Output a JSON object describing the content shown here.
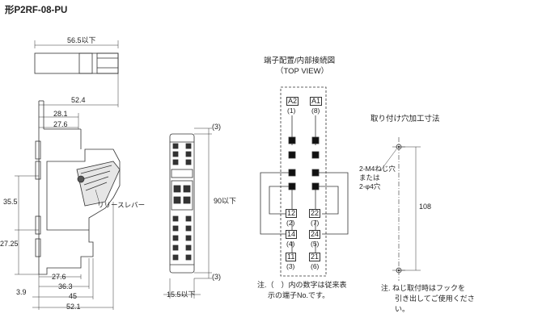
{
  "title": "形P2RF-08-PU",
  "side_view": {
    "top_width": "56.5以下",
    "width_52_4": "52.4",
    "d_28_1": "28.1",
    "d_27_6_top": "27.6",
    "h_35_5": "35.5",
    "h_27_25": "27.25",
    "d_27_6_bot": "27.6",
    "d_36_3": "36.3",
    "d_3_9": "3.9",
    "d_45": "45",
    "d_52_1": "52.1",
    "release_lever": "リリースレバー"
  },
  "front_view": {
    "top_note": "(3)",
    "height": "90以下",
    "bottom_note": "(3)",
    "width": "15.5以下"
  },
  "terminal_diagram": {
    "title": "端子配置/内部接続図",
    "subtitle": "（TOP VIEW）",
    "terminals": [
      {
        "id": "A2",
        "num": "(1)"
      },
      {
        "id": "A1",
        "num": "(8)"
      },
      {
        "id": "12",
        "num": "(2)"
      },
      {
        "id": "22",
        "num": "(7)"
      },
      {
        "id": "14",
        "num": "(4)"
      },
      {
        "id": "24",
        "num": "(5)"
      },
      {
        "id": "11",
        "num": "(3)"
      },
      {
        "id": "21",
        "num": "(6)"
      }
    ],
    "note_line1": "注.（　）内の数字は従来表",
    "note_line2": "示の端子No.です。"
  },
  "mounting": {
    "title": "取り付け穴加工寸法",
    "hole_line1": "2-M4ねじ穴",
    "hole_line2": "または",
    "hole_line3": "2-φ4穴",
    "dimension": "108",
    "note_line1": "注. ねじ取付時はフックを",
    "note_line2": "引き出してご使用くださ",
    "note_line3": "い。"
  }
}
